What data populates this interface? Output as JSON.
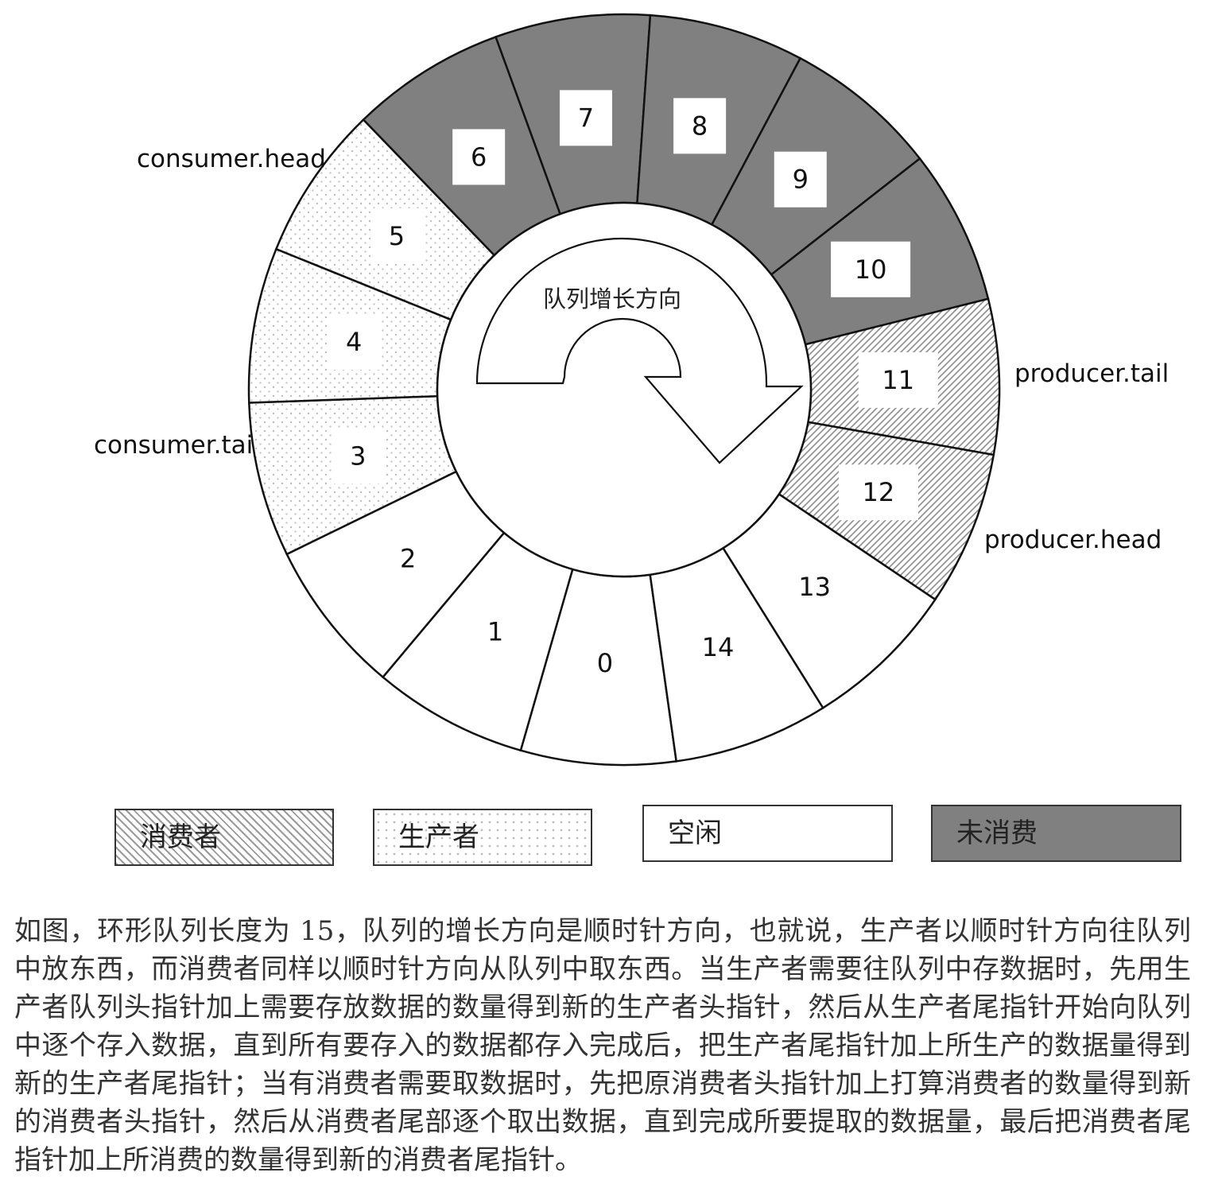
{
  "diagram": {
    "center_label": "队列增长方向",
    "segments": [
      {
        "label": "0",
        "state": "free"
      },
      {
        "label": "1",
        "state": "free"
      },
      {
        "label": "2",
        "state": "free"
      },
      {
        "label": "3",
        "state": "producer"
      },
      {
        "label": "4",
        "state": "producer"
      },
      {
        "label": "5",
        "state": "producer"
      },
      {
        "label": "6",
        "state": "unconsumed"
      },
      {
        "label": "7",
        "state": "unconsumed"
      },
      {
        "label": "8",
        "state": "unconsumed"
      },
      {
        "label": "9",
        "state": "unconsumed"
      },
      {
        "label": "10",
        "state": "unconsumed"
      },
      {
        "label": "11",
        "state": "consumer"
      },
      {
        "label": "12",
        "state": "consumer"
      },
      {
        "label": "13",
        "state": "free"
      },
      {
        "label": "14",
        "state": "free"
      }
    ],
    "pointers": {
      "consumer_head": "consumer.head",
      "consumer_tail": "consumer.tai",
      "producer_tail": "producer.tail",
      "producer_head": "producer.head"
    },
    "colors": {
      "unconsumed": "#808080",
      "line": "#111111"
    }
  },
  "legend": {
    "consumer": "消费者",
    "producer": "生产者",
    "free": "空闲",
    "unconsumed": "未消费"
  },
  "caption": "如图，环形队列长度为 15，队列的增长方向是顺时针方向，也就说，生产者以顺时针方向往队列中放东西，而消费者同样以顺时针方向从队列中取东西。当生产者需要往队列中存数据时，先用生产者队列头指针加上需要存放数据的数量得到新的生产者头指针，然后从生产者尾指针开始向队列中逐个存入数据，直到所有要存入的数据都存入完成后，把生产者尾指针加上所生产的数据量得到新的生产者尾指针；当有消费者需要取数据时，先把原消费者头指针加上打算消费者的数量得到新的消费者头指针，然后从消费者尾部逐个取出数据，直到完成所要提取的数据量，最后把消费者尾指针加上所消费的数量得到新的消费者尾指针。"
}
